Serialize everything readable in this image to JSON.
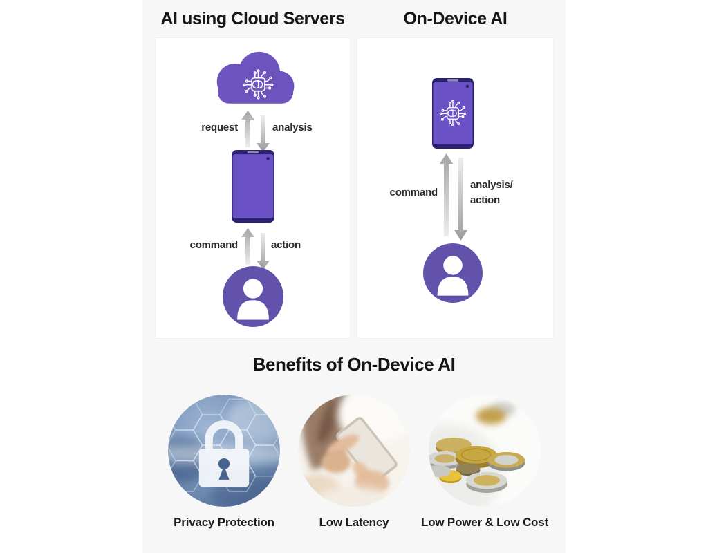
{
  "page": {
    "background": "#ffffff",
    "band_background": "#f7f7f7",
    "card_background": "#ffffff"
  },
  "colors": {
    "purple": "#6C53BE",
    "phone_screen_purple": "#6A51C5",
    "phone_frame_navy": "#2A2270",
    "avatar_purple": "#6252AC",
    "arrow_gray": "#9B9B9B",
    "title_text": "#161616",
    "label_text": "#2B2B2B"
  },
  "cloud_column": {
    "title": "AI using Cloud Servers",
    "icons": {
      "cloud": "cloud-ai-chip-icon",
      "device": "smartphone-icon",
      "user": "person-avatar-icon"
    },
    "top_arrows": {
      "up_label": "request",
      "down_label": "analysis"
    },
    "bottom_arrows": {
      "up_label": "command",
      "down_label": "action"
    }
  },
  "ondevice_column": {
    "title": "On-Device AI",
    "icons": {
      "device": "smartphone-ai-chip-icon",
      "user": "person-avatar-icon"
    },
    "arrows": {
      "up_label": "command",
      "down_label_line1": "analysis/",
      "down_label_line2": "action"
    }
  },
  "benefits": {
    "title": "Benefits of On-Device AI",
    "items": [
      {
        "label": "Privacy Protection",
        "image": "padlock-hexagon-security-photo"
      },
      {
        "label": "Low Latency",
        "image": "hands-using-smartphone-photo"
      },
      {
        "label": "Low Power & Low Cost",
        "image": "coins-money-photo"
      }
    ]
  }
}
